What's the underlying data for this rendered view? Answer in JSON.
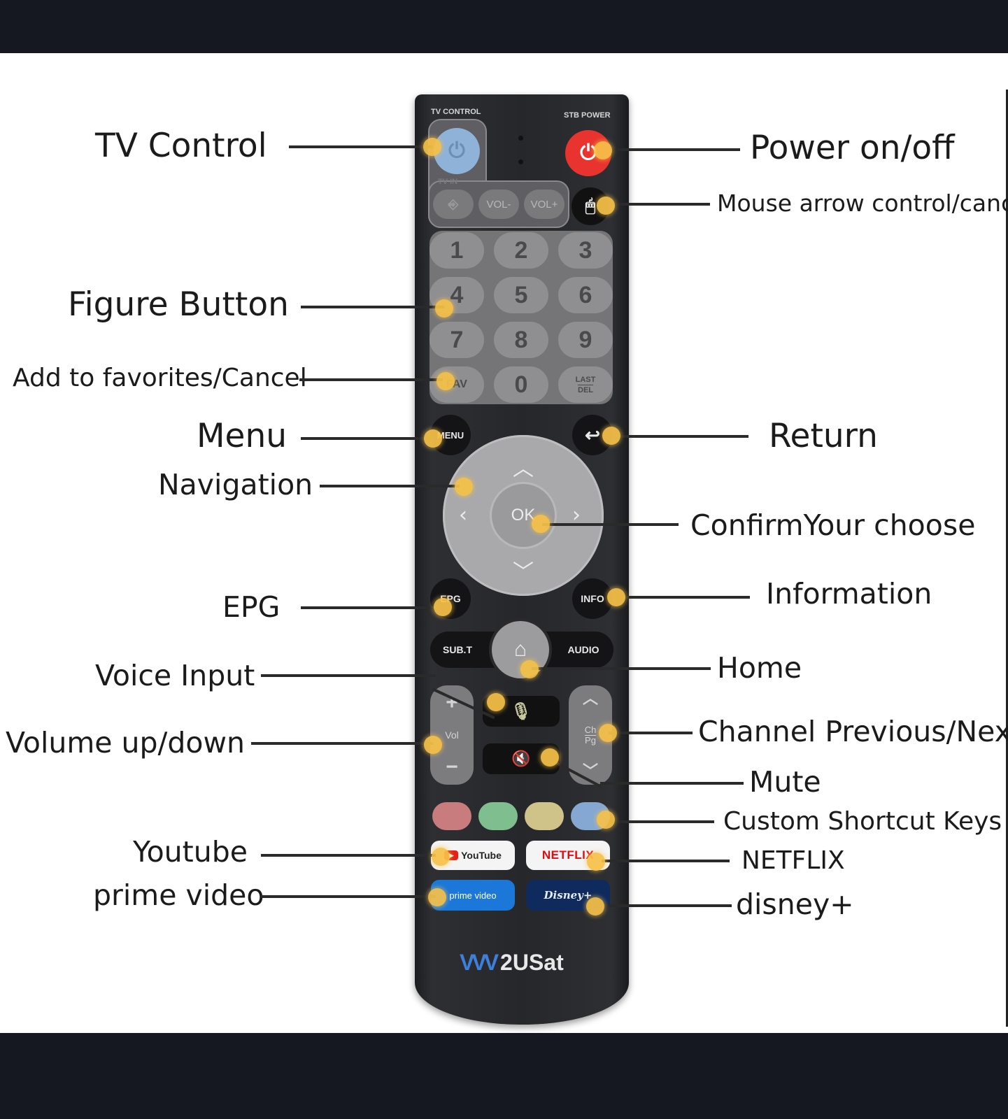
{
  "remote": {
    "tv_control_caption": "TV CONTROL",
    "stb_power_caption": "STB POWER",
    "tv_in_caption": "TV IN",
    "vol_minus": "VOL-",
    "vol_plus": "VOL+",
    "numbers": [
      "1",
      "2",
      "3",
      "4",
      "5",
      "6",
      "7",
      "8",
      "9"
    ],
    "fav": "FAV",
    "zero": "0",
    "last": "LAST",
    "del": "DEL",
    "menu": "MENU",
    "ok": "OK",
    "epg": "EPG",
    "info": "INFO",
    "subt": "SUB.T",
    "audio": "AUDIO",
    "vol_label": "Vol",
    "ch_label": "Ch",
    "pg_label": "Pg",
    "youtube": "YouTube",
    "netflix": "NETFLIX",
    "prime": "prime video",
    "disney": "Disney+",
    "brand": "2USat",
    "colors": {
      "red": "#c97c7e",
      "green": "#7fbf8f",
      "yellow": "#cfc38a",
      "blue": "#84a8d2",
      "power": "#e8332e"
    }
  },
  "labels": {
    "tv_control": "TV Control",
    "power": "Power on/off",
    "mouse": "Mouse arrow control/cancel",
    "figure": "Figure Button",
    "favorites": "Add to favorites/Cancel",
    "menu": "Menu",
    "return": "Return",
    "navigation": "Navigation",
    "confirm": "ConfirmYour choose",
    "epg": "EPG",
    "information": "Information",
    "home": "Home",
    "voice": "Voice Input",
    "channel": "Channel Previous/Next",
    "volume": "Volume up/down",
    "mute": "Mute",
    "custom": "Custom Shortcut Keys",
    "youtube": "Youtube",
    "netflix": "NETFLIX",
    "prime": "prime video",
    "disney": "disney+"
  }
}
